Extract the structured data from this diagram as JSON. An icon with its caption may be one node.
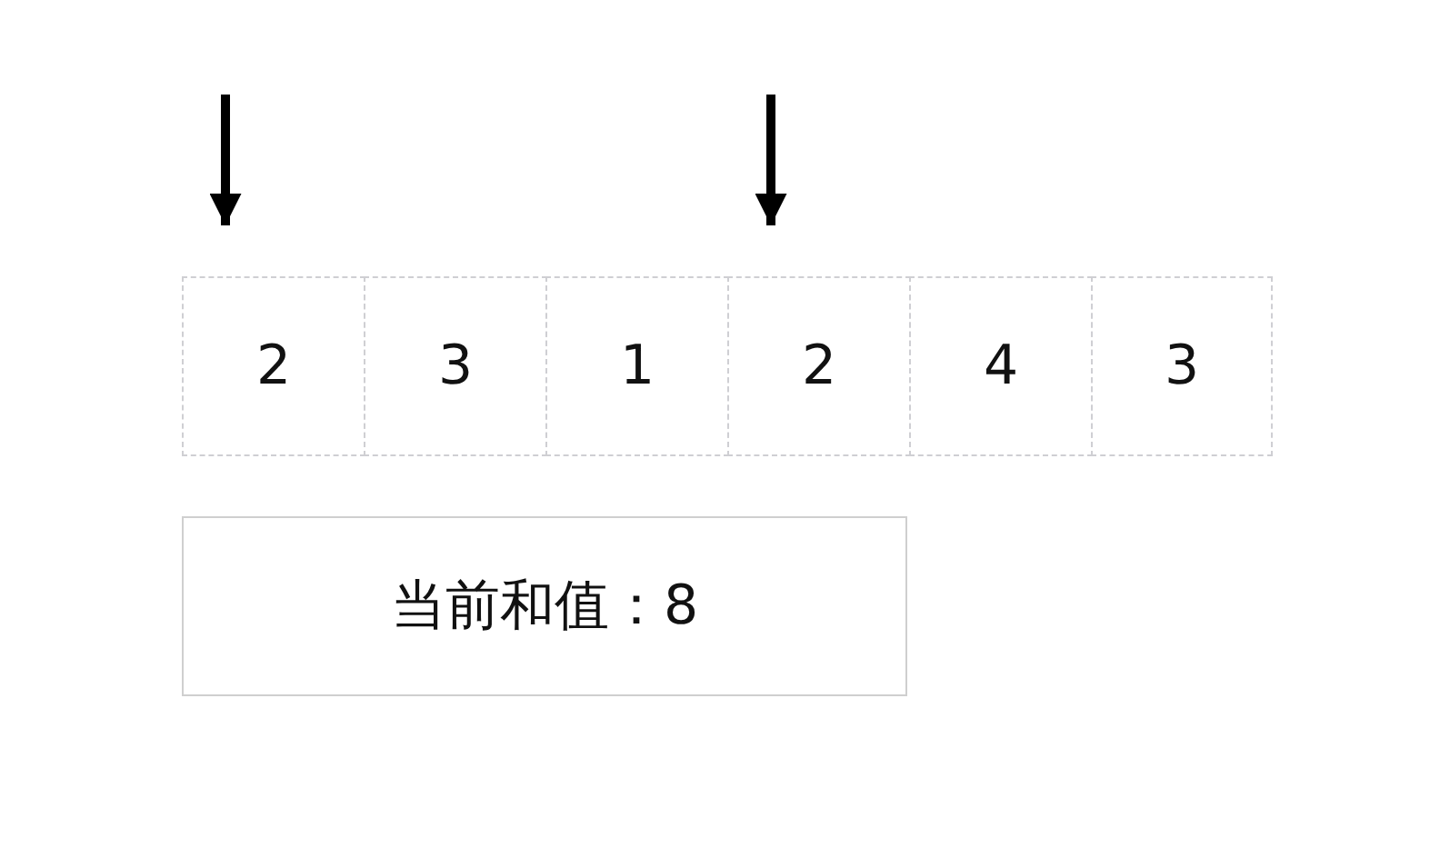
{
  "diagram": {
    "nodes": [
      {
        "text": [
          "2"
        ]
      },
      {
        "text": [
          "3"
        ]
      },
      {
        "text": [
          "1"
        ]
      },
      {
        "text": [
          "2"
        ]
      },
      {
        "text": [
          "4"
        ]
      },
      {
        "text": [
          "3"
        ]
      },
      {
        "text": [
          "当前和值：8"
        ]
      }
    ],
    "edges": [
      {
        "from": null,
        "to": 0,
        "arrow": "to"
      },
      {
        "from": null,
        "to": 3,
        "arrow": "to"
      }
    ]
  }
}
